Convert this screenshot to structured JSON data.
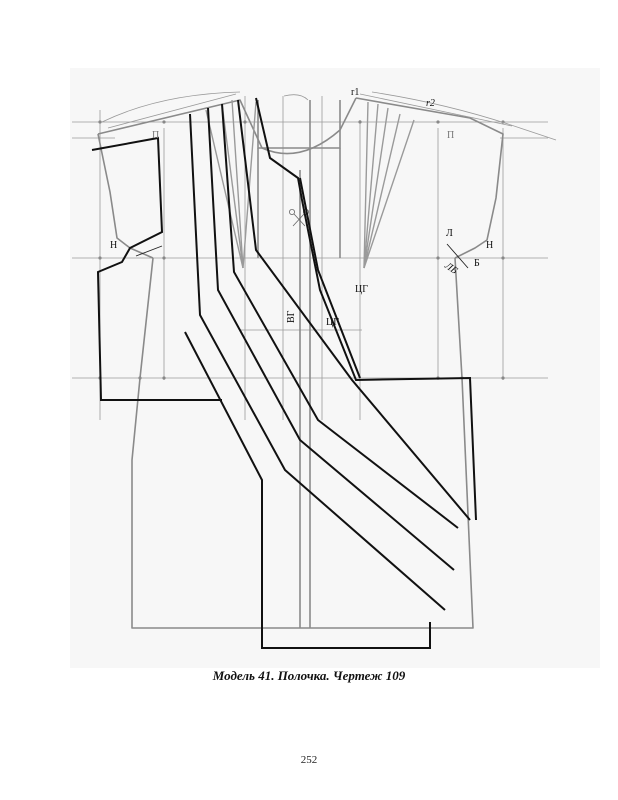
{
  "diagram": {
    "labels": {
      "r1": "r1",
      "r2": "r2",
      "p_left": "П",
      "p_right": "П",
      "n_left": "Н",
      "n_right": "Н",
      "l": "Л",
      "b": "Б",
      "lb": "ЛБ",
      "cg_point": "ЦГ",
      "vg": "ВГ",
      "cg_width": "ЦГ"
    }
  },
  "caption": "Модель 41. Полочка. Чертеж 109",
  "page_number": "252"
}
